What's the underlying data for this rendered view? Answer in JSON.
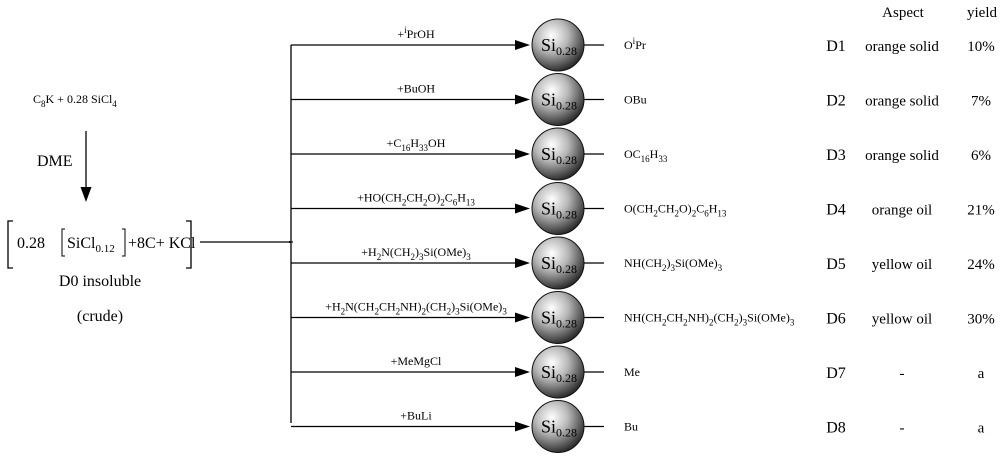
{
  "start": {
    "reactants": [
      {
        "t": "C"
      },
      {
        "t": "8",
        "sub": true
      },
      {
        "t": "K + 0.28 SiCl"
      },
      {
        "t": "4",
        "sub": true
      }
    ],
    "solvent": "DME",
    "crude_formula": [
      {
        "t": "0.28"
      },
      {
        "t": "SiCl"
      },
      {
        "t": "0.12",
        "sub": true
      },
      {
        "t": "+8C+ KCl"
      }
    ],
    "crude_name": "D0 insoluble",
    "crude_note": "(crude)"
  },
  "headers": {
    "aspect": "Aspect",
    "yield": "yield"
  },
  "sphere": {
    "label": "Si",
    "sub": "0.28"
  },
  "rows": [
    {
      "reagent": [
        {
          "t": "+"
        },
        {
          "t": "i",
          "sup": true
        },
        {
          "t": "PrOH"
        }
      ],
      "group": [
        {
          "t": "O"
        },
        {
          "t": "i",
          "sup": true
        },
        {
          "t": "Pr"
        }
      ],
      "id": "D1",
      "aspect": "orange solid",
      "yield": "10%"
    },
    {
      "reagent": [
        {
          "t": "+BuOH"
        }
      ],
      "group": [
        {
          "t": "OBu"
        }
      ],
      "id": "D2",
      "aspect": "orange solid",
      "yield": "7%"
    },
    {
      "reagent": [
        {
          "t": "+C"
        },
        {
          "t": "16",
          "sub": true
        },
        {
          "t": "H"
        },
        {
          "t": "33",
          "sub": true
        },
        {
          "t": "OH"
        }
      ],
      "group": [
        {
          "t": "OC"
        },
        {
          "t": "16",
          "sub": true
        },
        {
          "t": "H"
        },
        {
          "t": "33",
          "sub": true
        }
      ],
      "id": "D3",
      "aspect": "orange solid",
      "yield": "6%"
    },
    {
      "reagent": [
        {
          "t": "+HO(CH"
        },
        {
          "t": "2",
          "sub": true
        },
        {
          "t": "CH"
        },
        {
          "t": "2",
          "sub": true
        },
        {
          "t": "O)"
        },
        {
          "t": "2",
          "sub": true
        },
        {
          "t": "C"
        },
        {
          "t": "6",
          "sub": true
        },
        {
          "t": "H"
        },
        {
          "t": "13",
          "sub": true
        }
      ],
      "group": [
        {
          "t": "O(CH"
        },
        {
          "t": "2",
          "sub": true
        },
        {
          "t": "CH"
        },
        {
          "t": "2",
          "sub": true
        },
        {
          "t": "O)"
        },
        {
          "t": "2",
          "sub": true
        },
        {
          "t": "C"
        },
        {
          "t": "6",
          "sub": true
        },
        {
          "t": "H"
        },
        {
          "t": "13",
          "sub": true
        }
      ],
      "id": "D4",
      "aspect": "orange oil",
      "yield": "21%"
    },
    {
      "reagent": [
        {
          "t": "+H"
        },
        {
          "t": "2",
          "sub": true
        },
        {
          "t": "N(CH"
        },
        {
          "t": "2",
          "sub": true
        },
        {
          "t": ")"
        },
        {
          "t": "3",
          "sub": true
        },
        {
          "t": "Si(OMe)"
        },
        {
          "t": "3",
          "sub": true
        }
      ],
      "group": [
        {
          "t": "NH(CH"
        },
        {
          "t": "2",
          "sub": true
        },
        {
          "t": ")"
        },
        {
          "t": "3",
          "sub": true
        },
        {
          "t": "Si(OMe)"
        },
        {
          "t": "3",
          "sub": true
        }
      ],
      "id": "D5",
      "aspect": "yellow oil",
      "yield": "24%"
    },
    {
      "reagent": [
        {
          "t": "+H"
        },
        {
          "t": "2",
          "sub": true
        },
        {
          "t": "N(CH"
        },
        {
          "t": "2",
          "sub": true
        },
        {
          "t": "CH"
        },
        {
          "t": "2",
          "sub": true
        },
        {
          "t": "NH)"
        },
        {
          "t": "2",
          "sub": true
        },
        {
          "t": "(CH"
        },
        {
          "t": "2",
          "sub": true
        },
        {
          "t": ")"
        },
        {
          "t": "3",
          "sub": true
        },
        {
          "t": "Si(OMe)"
        },
        {
          "t": "3",
          "sub": true
        }
      ],
      "group": [
        {
          "t": "NH(CH"
        },
        {
          "t": "2",
          "sub": true
        },
        {
          "t": "CH"
        },
        {
          "t": "2",
          "sub": true
        },
        {
          "t": "NH)"
        },
        {
          "t": "2",
          "sub": true
        },
        {
          "t": "(CH"
        },
        {
          "t": "2",
          "sub": true
        },
        {
          "t": ")"
        },
        {
          "t": "3",
          "sub": true
        },
        {
          "t": "Si(OMe)"
        },
        {
          "t": "3",
          "sub": true
        }
      ],
      "id": "D6",
      "aspect": "yellow oil",
      "yield": "30%"
    },
    {
      "reagent": [
        {
          "t": "+MeMgCl"
        }
      ],
      "group": [
        {
          "t": "Me"
        }
      ],
      "id": "D7",
      "aspect": "-",
      "yield": "a"
    },
    {
      "reagent": [
        {
          "t": "+BuLi"
        }
      ],
      "group": [
        {
          "t": "Bu"
        }
      ],
      "id": "D8",
      "aspect": "-",
      "yield": "a"
    }
  ]
}
